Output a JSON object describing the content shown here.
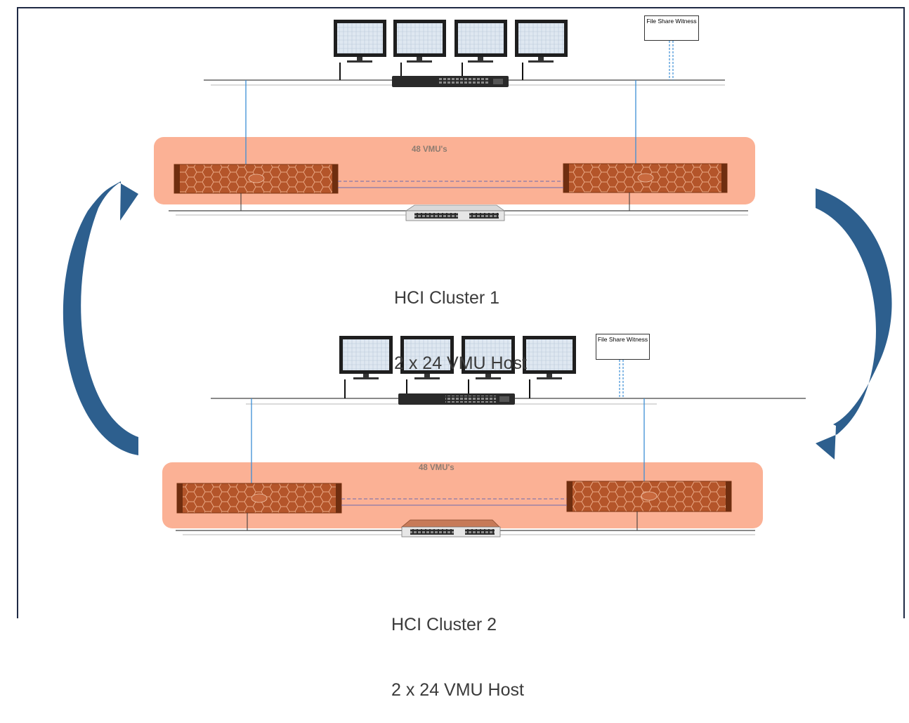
{
  "clusters": [
    {
      "name": "HCI Cluster 1",
      "hosts": "2 x 24 VMU Host",
      "capacity_label": "48 VMU's",
      "witness_label": "File Share Witness"
    },
    {
      "name": "HCI Cluster 2",
      "hosts": "2 x 24 VMU Host",
      "capacity_label": "48 VMU's",
      "witness_label": "File Share Witness"
    }
  ],
  "colors": {
    "frame": "#1f2a44",
    "cluster_fill": "#fbb195",
    "server": "#b4552a",
    "arrow": "#2d5f8e",
    "network_line": "#444444",
    "link_blue": "#3b8ed6",
    "text": "#3b3b3b"
  },
  "icons": [
    "monitor-icon",
    "switch-icon",
    "server-icon",
    "arrow-icon"
  ]
}
